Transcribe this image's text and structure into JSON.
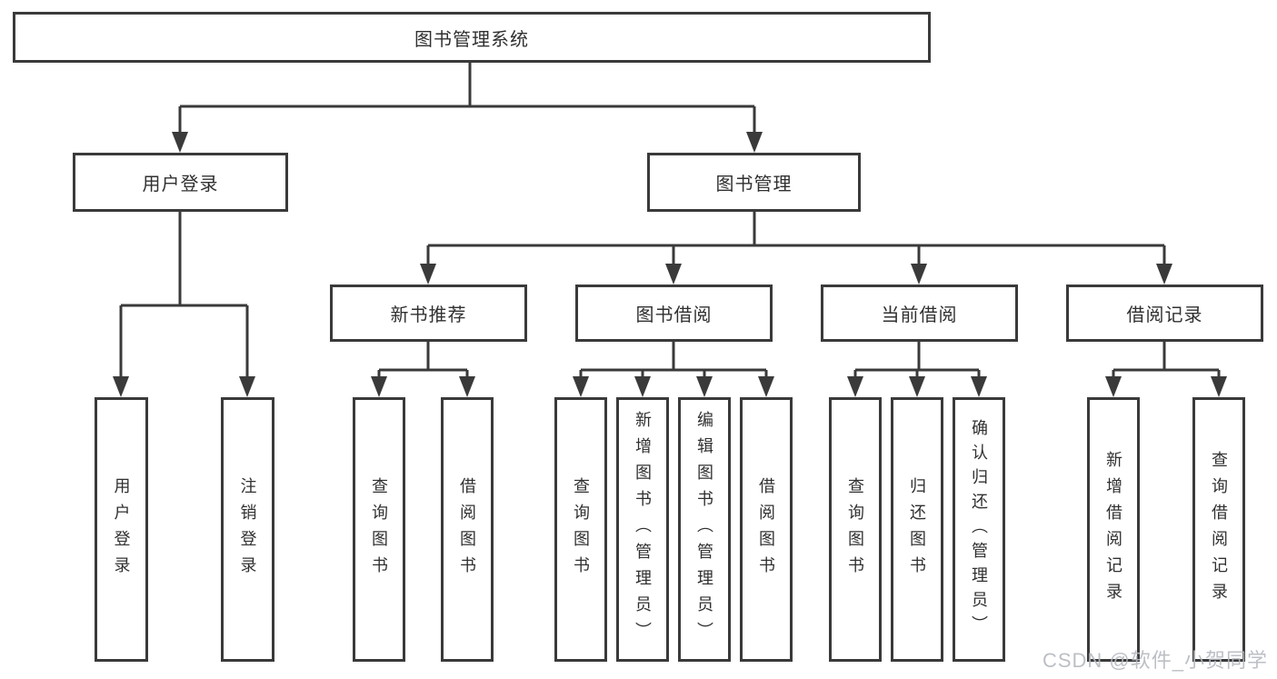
{
  "tree": {
    "root": {
      "label": "图书管理系统"
    },
    "user_login": {
      "label": "用户登录",
      "children": [
        {
          "label": "用户登录"
        },
        {
          "label": "注销登录"
        }
      ]
    },
    "book_mgmt": {
      "label": "图书管理",
      "sections": {
        "new_books": {
          "label": "新书推荐",
          "children": [
            {
              "label": "查询图书"
            },
            {
              "label": "借阅图书"
            }
          ]
        },
        "borrowing": {
          "label": "图书借阅",
          "children": [
            {
              "label": "查询图书"
            },
            {
              "label": "新增图书（管理员）"
            },
            {
              "label": "编辑图书（管理员）"
            },
            {
              "label": "借阅图书"
            }
          ]
        },
        "current": {
          "label": "当前借阅",
          "children": [
            {
              "label": "查询图书"
            },
            {
              "label": "归还图书"
            },
            {
              "label": "确认归还（管理员）"
            }
          ]
        },
        "records": {
          "label": "借阅记录",
          "children": [
            {
              "label": "新增借阅记录"
            },
            {
              "label": "查询借阅记录"
            }
          ]
        }
      }
    }
  },
  "watermark": {
    "text": "CSDN @软件_小贺同学"
  },
  "colors": {
    "line": "#3a3a3a",
    "text": "#303030",
    "watermark": "#b5b9bf",
    "background": "#ffffff"
  }
}
